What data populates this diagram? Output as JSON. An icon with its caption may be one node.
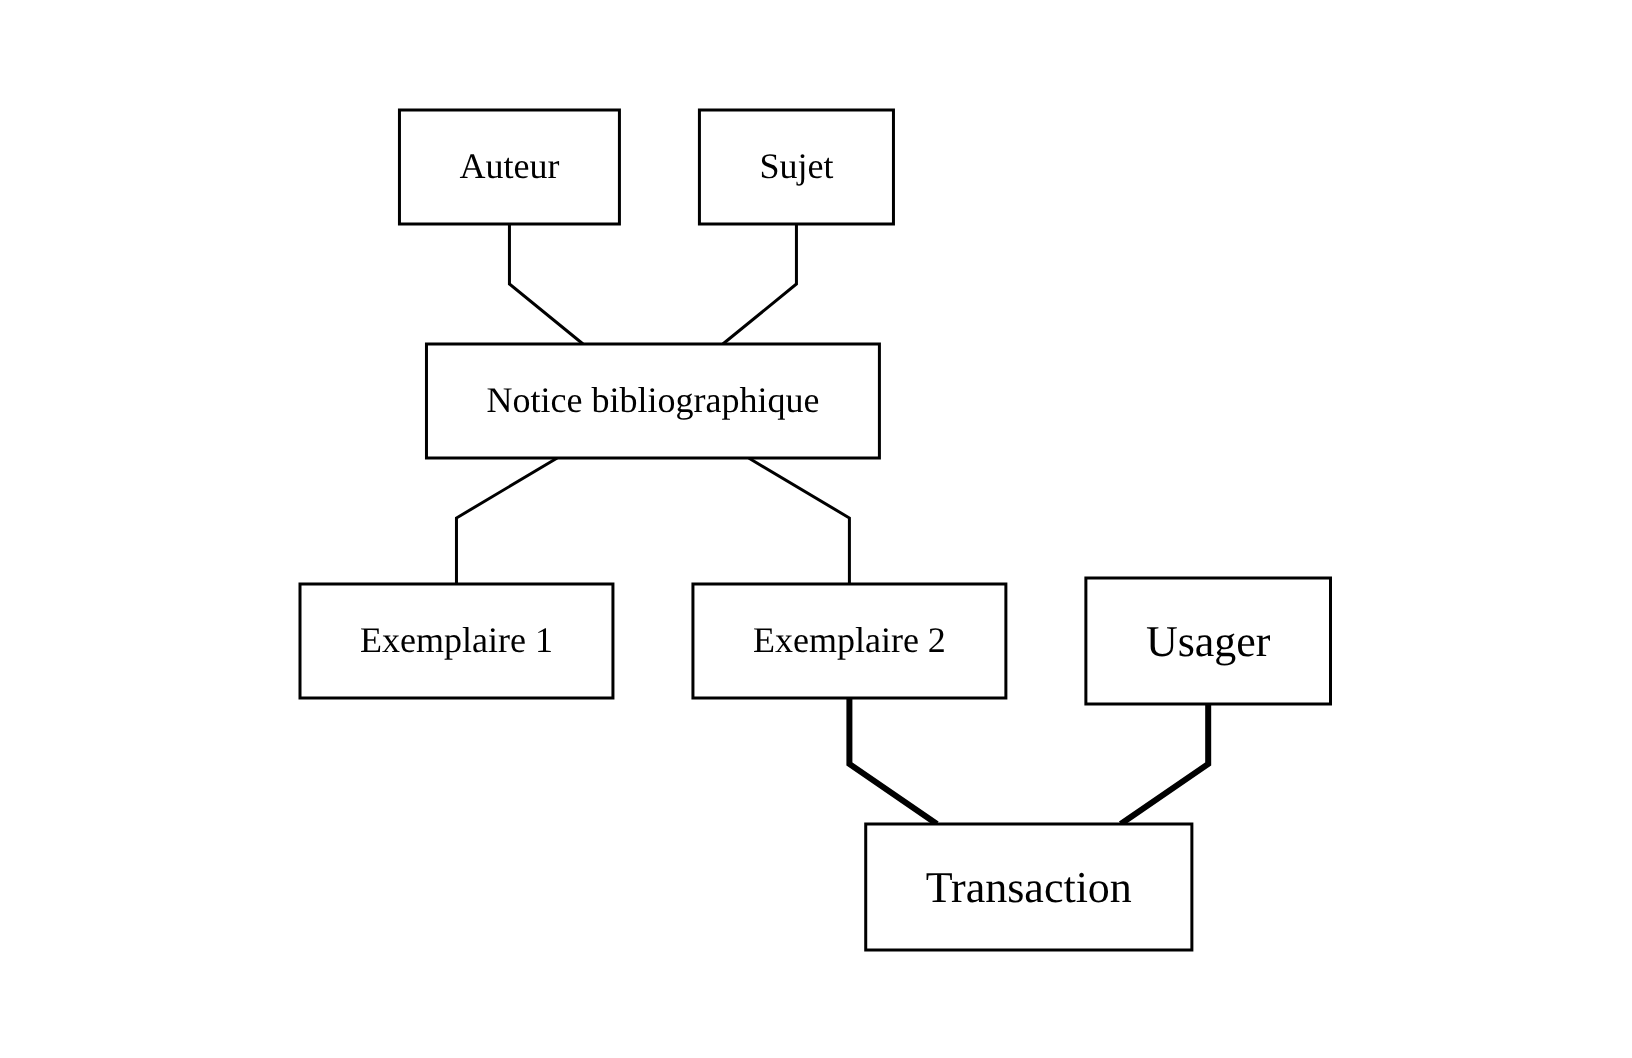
{
  "diagram": {
    "nodes": [
      {
        "text": [
          "Auteur"
        ]
      },
      {
        "text": [
          "Sujet"
        ]
      },
      {
        "text": [
          "Notice bibliographique"
        ]
      },
      {
        "text": [
          "Exemplaire 1"
        ]
      },
      {
        "text": [
          "Exemplaire 2"
        ]
      },
      {
        "text": [
          "Usager"
        ]
      },
      {
        "text": [
          "Transaction"
        ]
      }
    ],
    "edges": [
      {
        "from": 0,
        "to": 2,
        "arrow": "none"
      },
      {
        "from": 1,
        "to": 2,
        "arrow": "none"
      },
      {
        "from": 2,
        "to": 3,
        "arrow": "none"
      },
      {
        "from": 2,
        "to": 4,
        "arrow": "none"
      },
      {
        "from": 4,
        "to": 6,
        "arrow": "none",
        "style": "thick"
      },
      {
        "from": 5,
        "to": 6,
        "arrow": "none",
        "style": "thick"
      }
    ]
  }
}
